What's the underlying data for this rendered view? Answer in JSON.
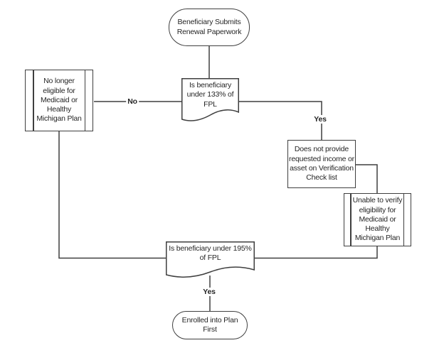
{
  "diagram": {
    "background": "#ffffff",
    "line_color": "#3f3f3f",
    "text_color": "#262626",
    "nodes": {
      "start": {
        "type": "terminator",
        "label": "Beneficiary Submits\nRenewal Paperwork"
      },
      "under_133_fpl": {
        "type": "document",
        "label": "Is beneficiary\nunder 133% of\nFPL"
      },
      "no_longer_eligible": {
        "type": "predefined-process",
        "label": "No longer\neligible for\nMedicaid or\nHealthy\nMichigan Plan"
      },
      "does_not_provide": {
        "type": "process",
        "label": "Does not provide\nrequested income or\nasset on Verification\nCheck list"
      },
      "unable_to_verify": {
        "type": "predefined-process",
        "label": "Unable to verify\neligibility for\nMedicaid or\nHealthy\nMichigan Plan"
      },
      "under_195_fpl": {
        "type": "document",
        "label": "Is beneficiary under 195%\nof FPL"
      },
      "end": {
        "type": "terminator",
        "label": "Enrolled into Plan\nFirst"
      }
    },
    "edge_labels": {
      "no_133": "No",
      "yes_133": "Yes",
      "yes_195": "Yes"
    }
  }
}
